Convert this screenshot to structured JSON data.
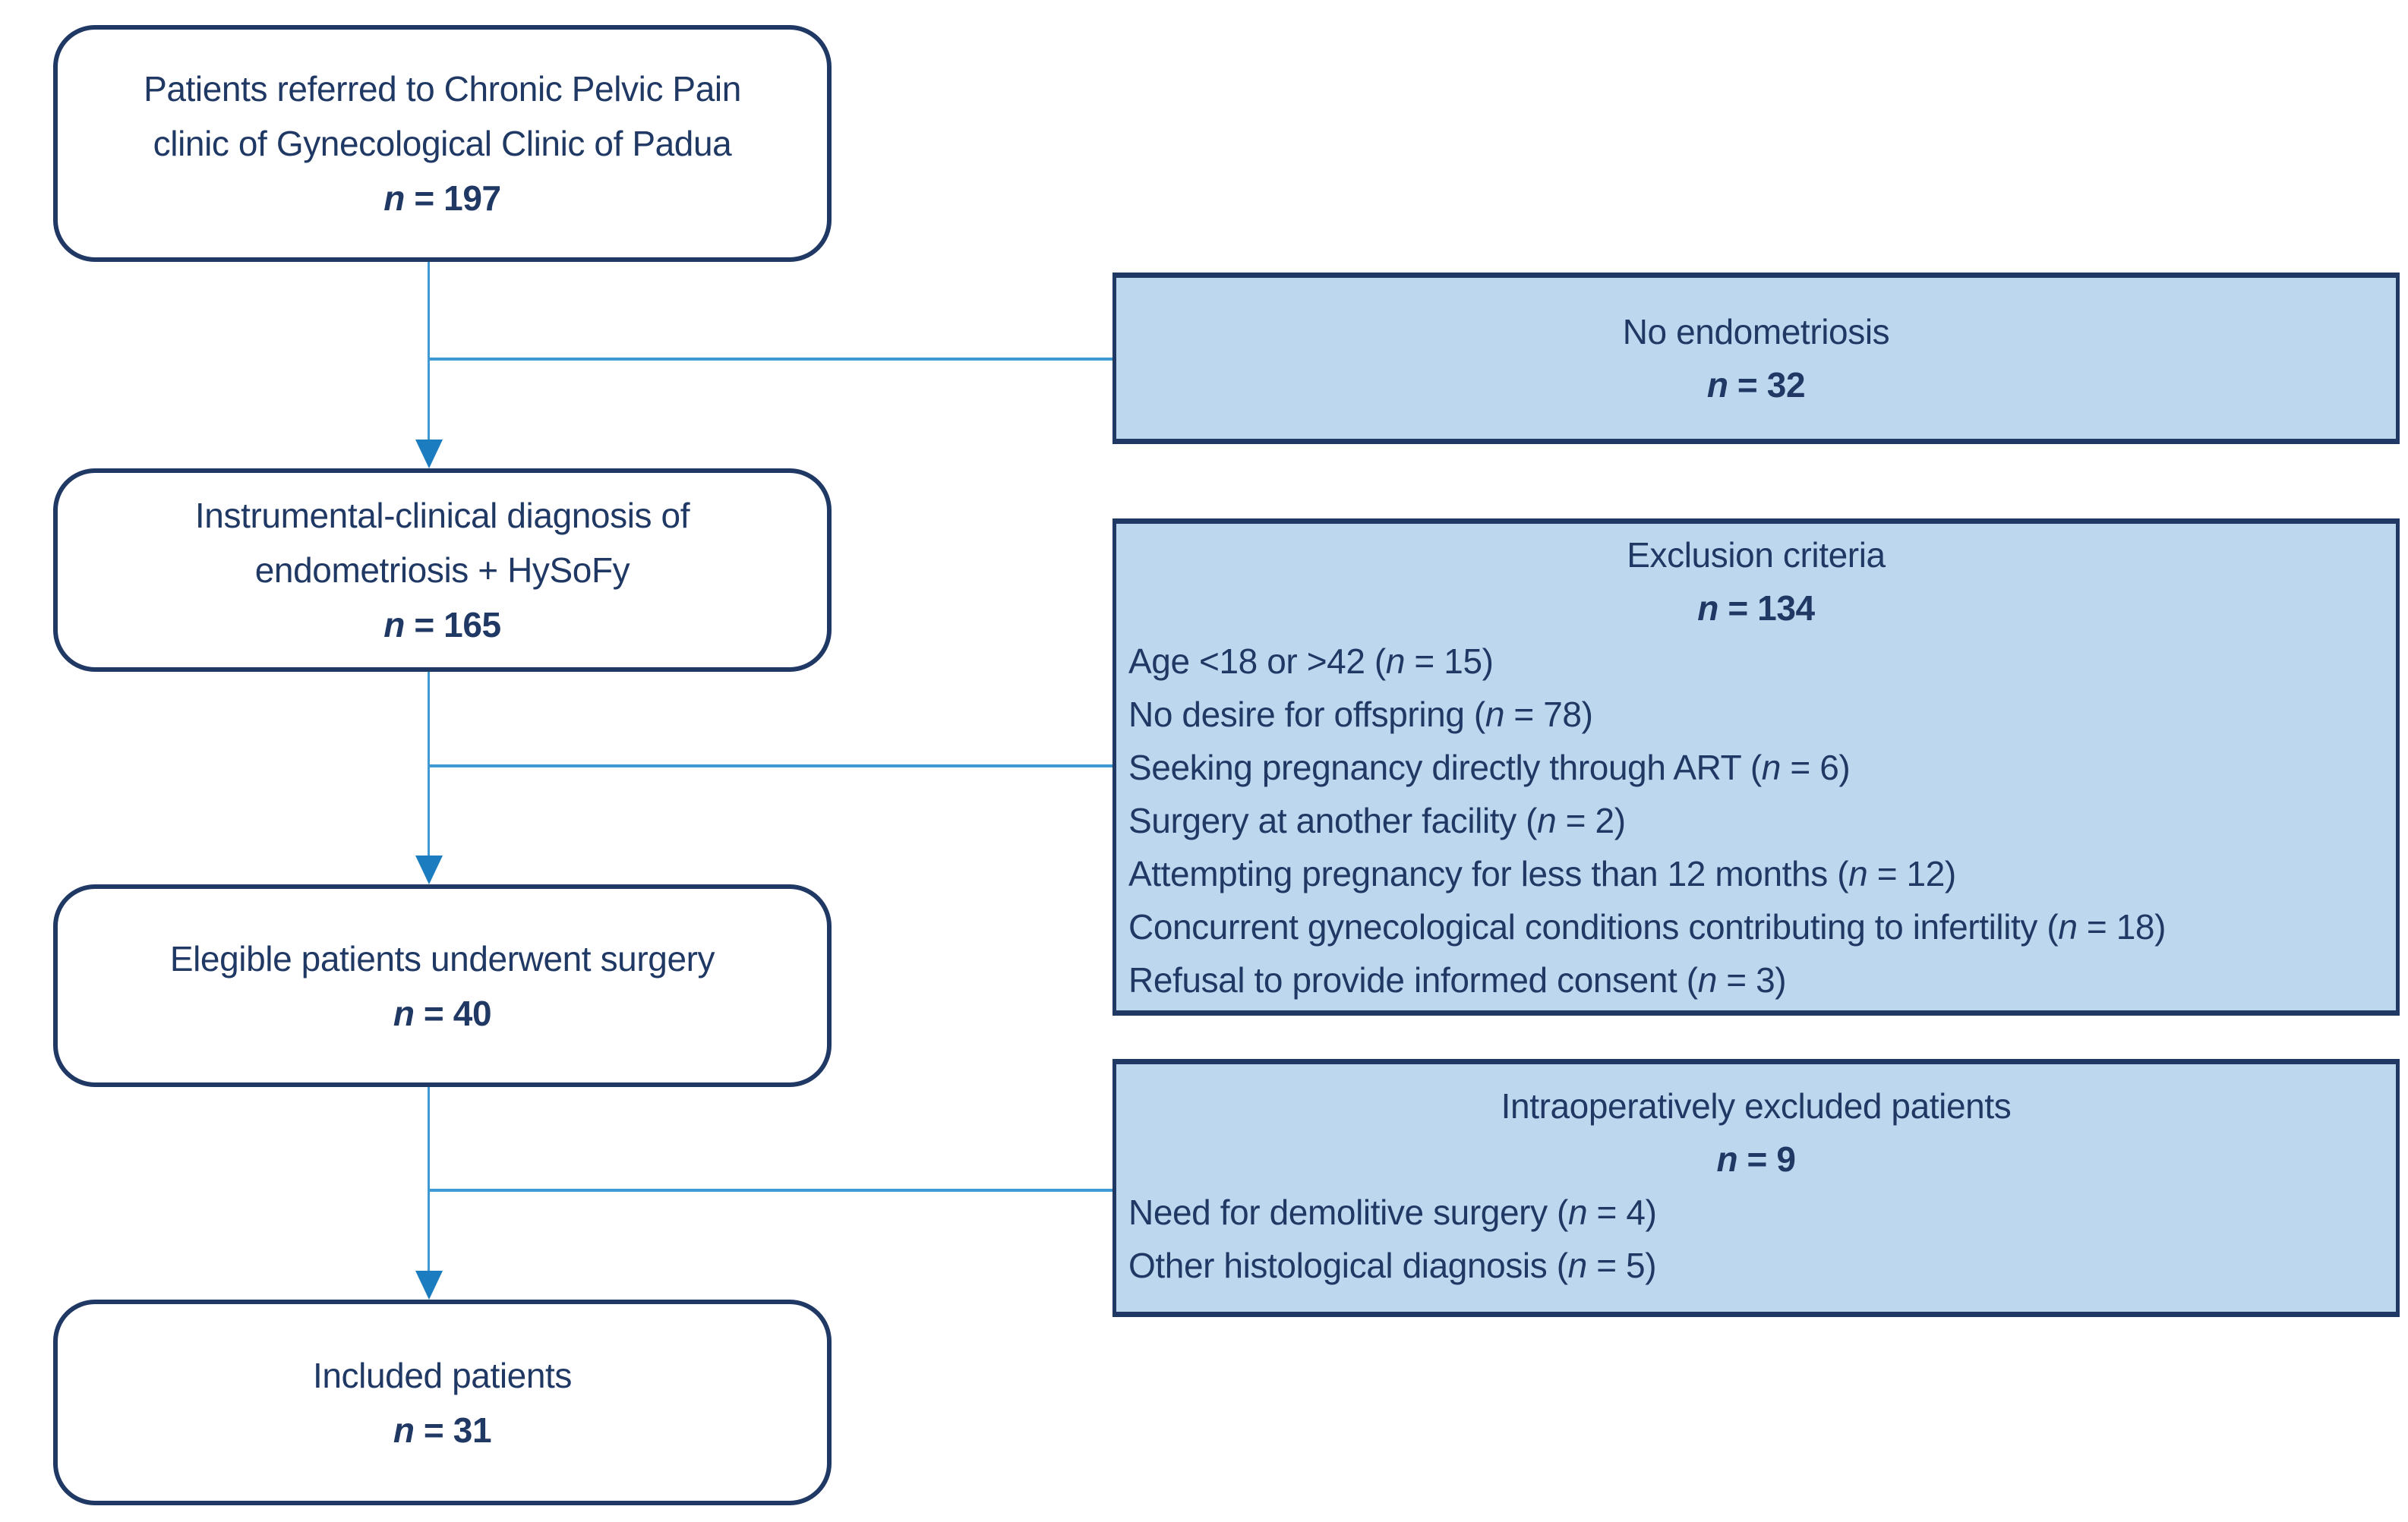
{
  "colors": {
    "navy_text_border": "#1F3864",
    "blue_box_fill": "#BDD7EE",
    "connector_line": "#3F9AD4",
    "arrow_fill": "#1C7CC0"
  },
  "left_boxes": [
    {
      "lines": [
        "Patients referred to Chronic Pelvic Pain",
        "clinic of Gynecological Clinic of Padua"
      ],
      "n_italic": "n",
      "n_rest": " = 197"
    },
    {
      "lines": [
        "Instrumental-clinical diagnosis of",
        "endometriosis + HySoFy"
      ],
      "n_italic": "n",
      "n_rest": " = 165"
    },
    {
      "lines": [
        "Elegible patients underwent surgery"
      ],
      "n_italic": "n",
      "n_rest": " = 40"
    },
    {
      "lines": [
        "Included patients"
      ],
      "n_italic": "n",
      "n_rest": " = 31"
    }
  ],
  "right_boxes": [
    {
      "title": "No endometriosis",
      "n_italic": "n",
      "n_rest": " = 32",
      "items": []
    },
    {
      "title": "Exclusion criteria",
      "n_italic": "n",
      "n_rest": " = 134",
      "items": [
        {
          "pre": "Age <18 or >42 (",
          "n": "n",
          "post": " = 15)"
        },
        {
          "pre": "No desire for offspring (",
          "n": "n",
          "post": " = 78)"
        },
        {
          "pre": "Seeking pregnancy directly through ART (",
          "n": "n",
          "post": " = 6)"
        },
        {
          "pre": "Surgery at another facility (",
          "n": "n",
          "post": " = 2)"
        },
        {
          "pre": "Attempting pregnancy for less than 12 months (",
          "n": "n",
          "post": " = 12)"
        },
        {
          "pre": "Concurrent gynecological conditions contributing to infertility (",
          "n": "n",
          "post": " = 18)"
        },
        {
          "pre": "Refusal to provide informed consent (",
          "n": "n",
          "post": " = 3)"
        }
      ]
    },
    {
      "title": "Intraoperatively excluded patients",
      "n_italic": "n",
      "n_rest": " = 9",
      "items": [
        {
          "pre": "Need for demolitive surgery (",
          "n": "n",
          "post": " = 4)"
        },
        {
          "pre": "Other histological diagnosis (",
          "n": "n",
          "post": " = 5)"
        }
      ]
    }
  ]
}
